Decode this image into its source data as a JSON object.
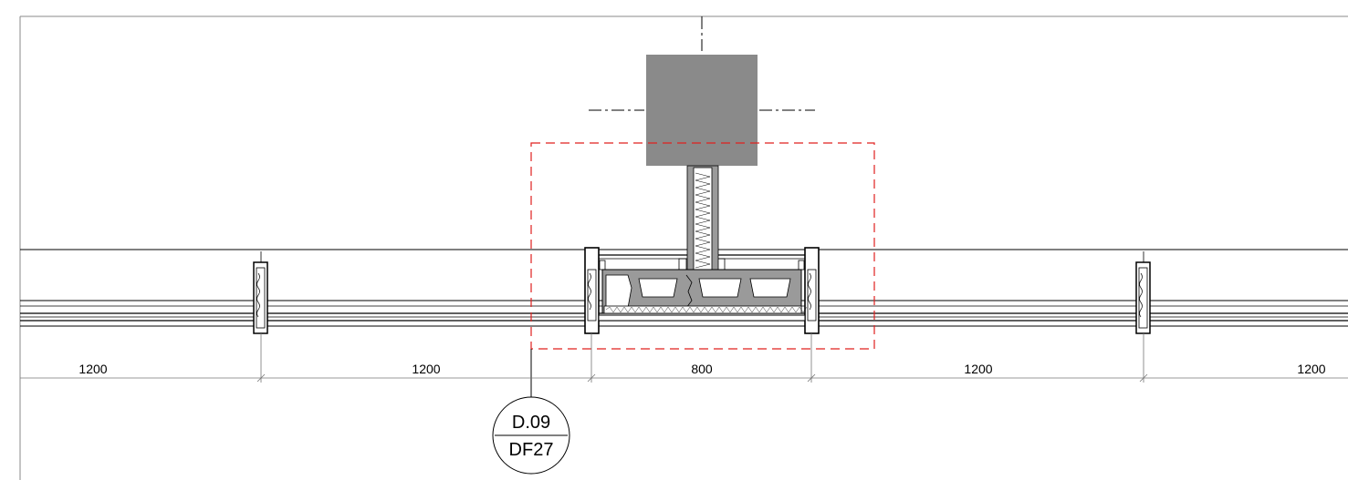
{
  "drawing": {
    "dimensions": [
      "1200",
      "1200",
      "800",
      "1200",
      "1200"
    ],
    "detail_tag": {
      "top": "D.09",
      "bottom": "DF27"
    },
    "colors": {
      "line": "#000000",
      "column_fill": "#8a8a8a",
      "profile_fill": "#9a9a9a",
      "callout_box": "#e0201f",
      "dim_tick": "#777777"
    }
  }
}
